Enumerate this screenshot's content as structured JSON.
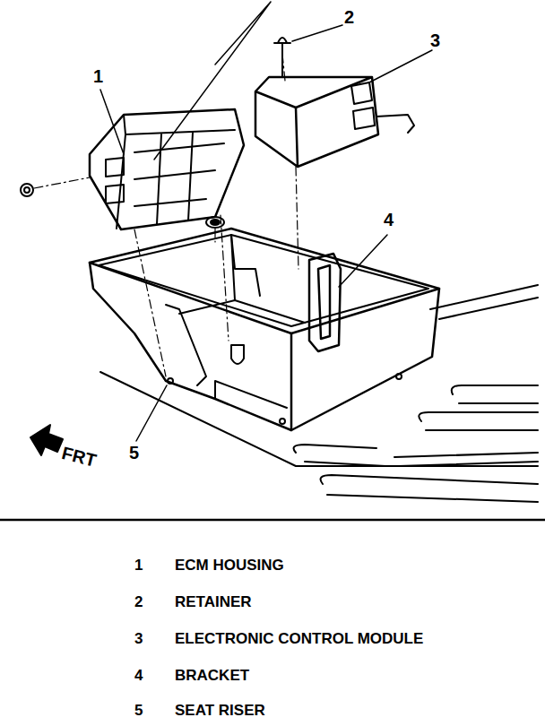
{
  "diagram": {
    "labels": [
      "1",
      "2",
      "3",
      "4",
      "5",
      "FRT",
      "1",
      "ECM HOUSING",
      "2",
      "RETAINER",
      "3",
      "ELECTRONIC CONTROL MODULE",
      "4",
      "BRACKET",
      "5",
      "SEAT RISER"
    ]
  }
}
